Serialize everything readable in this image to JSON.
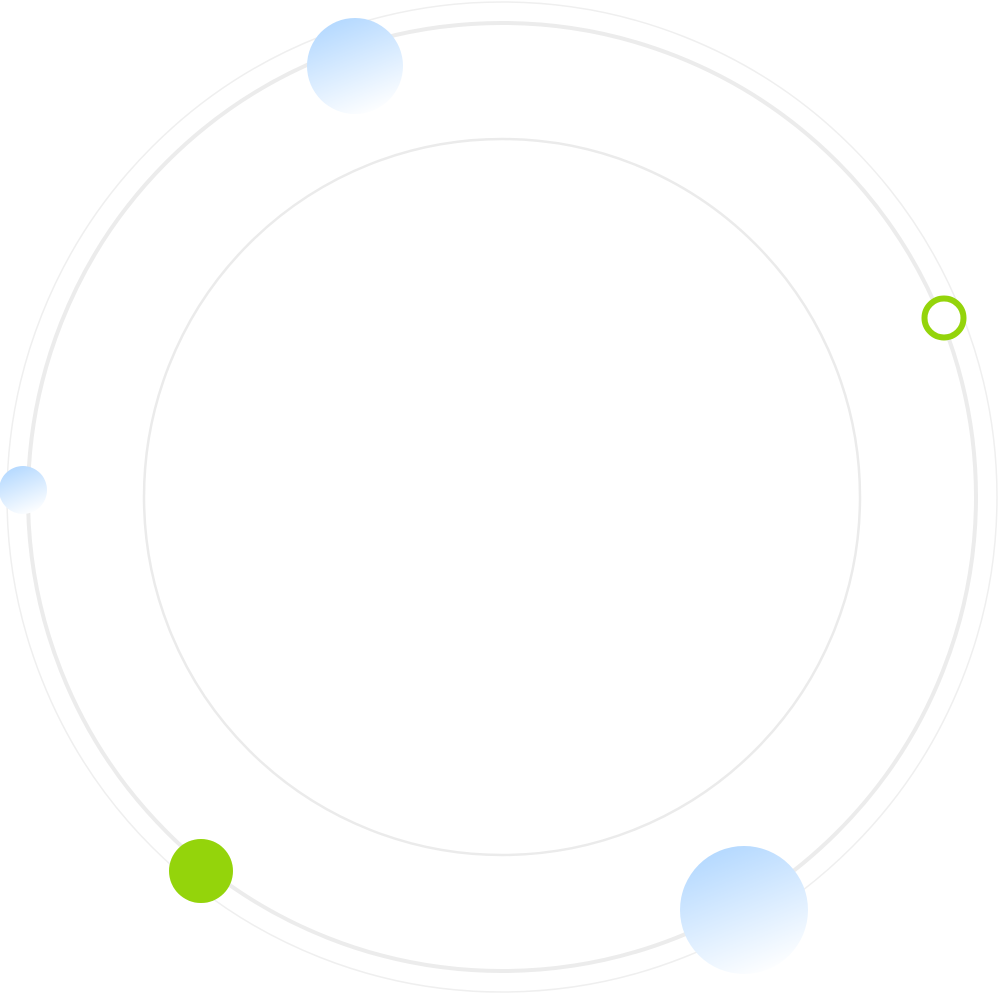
{
  "colors": {
    "background": "#ffffff",
    "ring_outer": "#efefef",
    "ring_middle": "#ececec",
    "ring_inner": "#ebebeb",
    "accent_green": "#94d40b",
    "bubble_blue_top": "#b3d8ff",
    "bubble_blue_bottom": "#ffffff"
  },
  "decor": {
    "rings": [
      "outer-ring",
      "middle-ring",
      "inner-ring"
    ],
    "bubbles": [
      "bubble-top",
      "bubble-left",
      "bubble-bottom-right"
    ],
    "accents": [
      "green-ring-right",
      "green-dot-bottom-left"
    ]
  }
}
